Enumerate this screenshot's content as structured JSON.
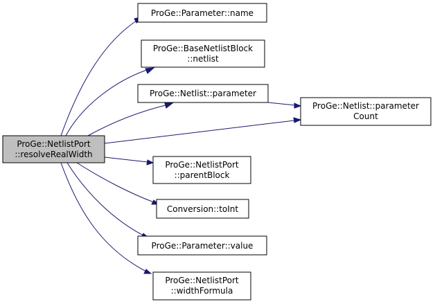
{
  "colors": {
    "edge": "#191970",
    "root_fill": "#bfbfbf",
    "node_fill": "#ffffff",
    "node_border": "#000000"
  },
  "graph": {
    "root": {
      "lines": [
        "ProGe::NetlistPort",
        "::resolveRealWidth"
      ]
    },
    "callees": [
      {
        "id": "param-name",
        "lines": [
          "ProGe::Parameter::name"
        ]
      },
      {
        "id": "base-netlist",
        "lines": [
          "ProGe::BaseNetlistBlock",
          "::netlist"
        ]
      },
      {
        "id": "netlist-parameter",
        "lines": [
          "ProGe::Netlist::parameter"
        ]
      },
      {
        "id": "netlist-parameter-count",
        "lines": [
          "ProGe::Netlist::parameter",
          "Count"
        ]
      },
      {
        "id": "parent-block",
        "lines": [
          "ProGe::NetlistPort",
          "::parentBlock"
        ]
      },
      {
        "id": "conversion-toint",
        "lines": [
          "Conversion::toInt"
        ]
      },
      {
        "id": "param-value",
        "lines": [
          "ProGe::Parameter::value"
        ]
      },
      {
        "id": "width-formula",
        "lines": [
          "ProGe::NetlistPort",
          "::widthFormula"
        ]
      }
    ]
  }
}
